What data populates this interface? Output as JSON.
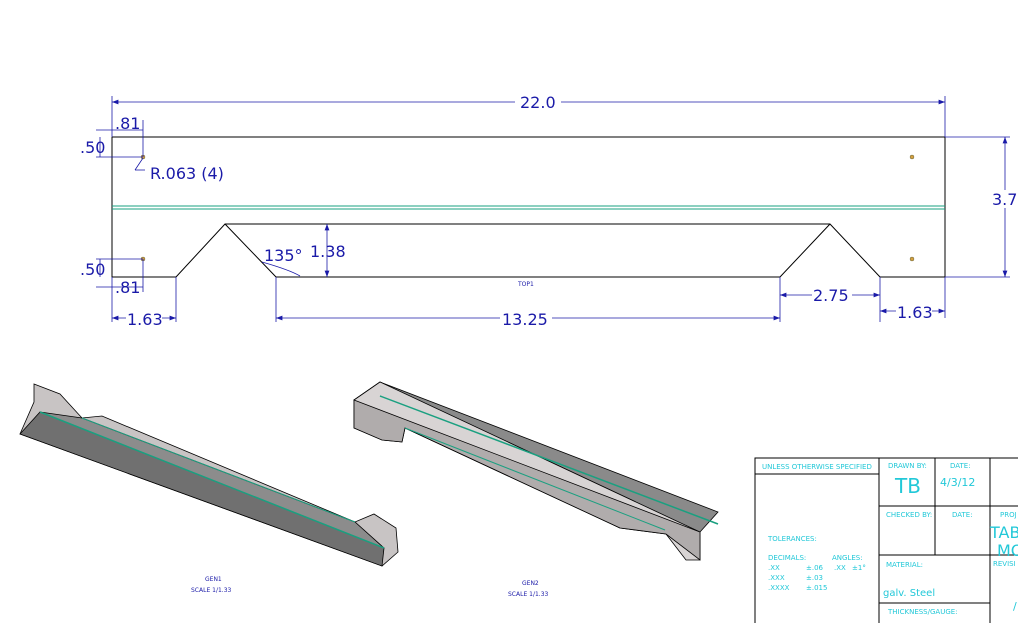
{
  "top_view": {
    "overall_length": "22.0",
    "hole_x_offset_top": ".81",
    "hole_y_offset_top": ".50",
    "hole_radius": "R.063 (4)",
    "overall_height": "3.7",
    "angle": "135°",
    "tab_height": "1.38",
    "hole_y_offset_bottom": ".50",
    "hole_x_offset_bottom": ".81",
    "left_flange": "1.63",
    "view_label": "TOP1",
    "tab_slope": "2.75",
    "center_length": "13.25",
    "right_flange": "1.63"
  },
  "iso_views": [
    {
      "name": "GEN1",
      "scale": "SCALE 1/1.33"
    },
    {
      "name": "GEN2",
      "scale": "SCALE 1/1.33"
    }
  ],
  "title_block": {
    "unless_specified": "UNLESS OTHERWISE SPECIFIED",
    "tolerances": "TOLERANCES:",
    "decimals_label": "DECIMALS:",
    "angles_label": "ANGLES:",
    "decimals": [
      {
        "fmt": ".XX",
        "tol": "±.06"
      },
      {
        "fmt": ".XXX",
        "tol": "±.03"
      },
      {
        "fmt": ".XXXX",
        "tol": "±.015"
      }
    ],
    "angle_fmt": ".XX",
    "angle_tol": "±1°",
    "drawn_by_label": "DRAWN BY:",
    "drawn_by": "TB",
    "date_label": "DATE:",
    "date": "4/3/12",
    "checked_by_label": "CHECKED BY:",
    "checked_date_label": "DATE:",
    "project_label": "PROJ",
    "project_line1": "TAB",
    "project_line2": "MO",
    "material_label": "MATERIAL:",
    "material": "galv. Steel",
    "revision_label": "REVISI",
    "revision": "/",
    "thickness_label": "THICKNESS/GAUGE:"
  },
  "colors": {
    "dimension": "#1a1aa8",
    "title_block_text": "#22c8d8",
    "bend_line": "#1aa080",
    "part_face": "#8a8a8a"
  }
}
